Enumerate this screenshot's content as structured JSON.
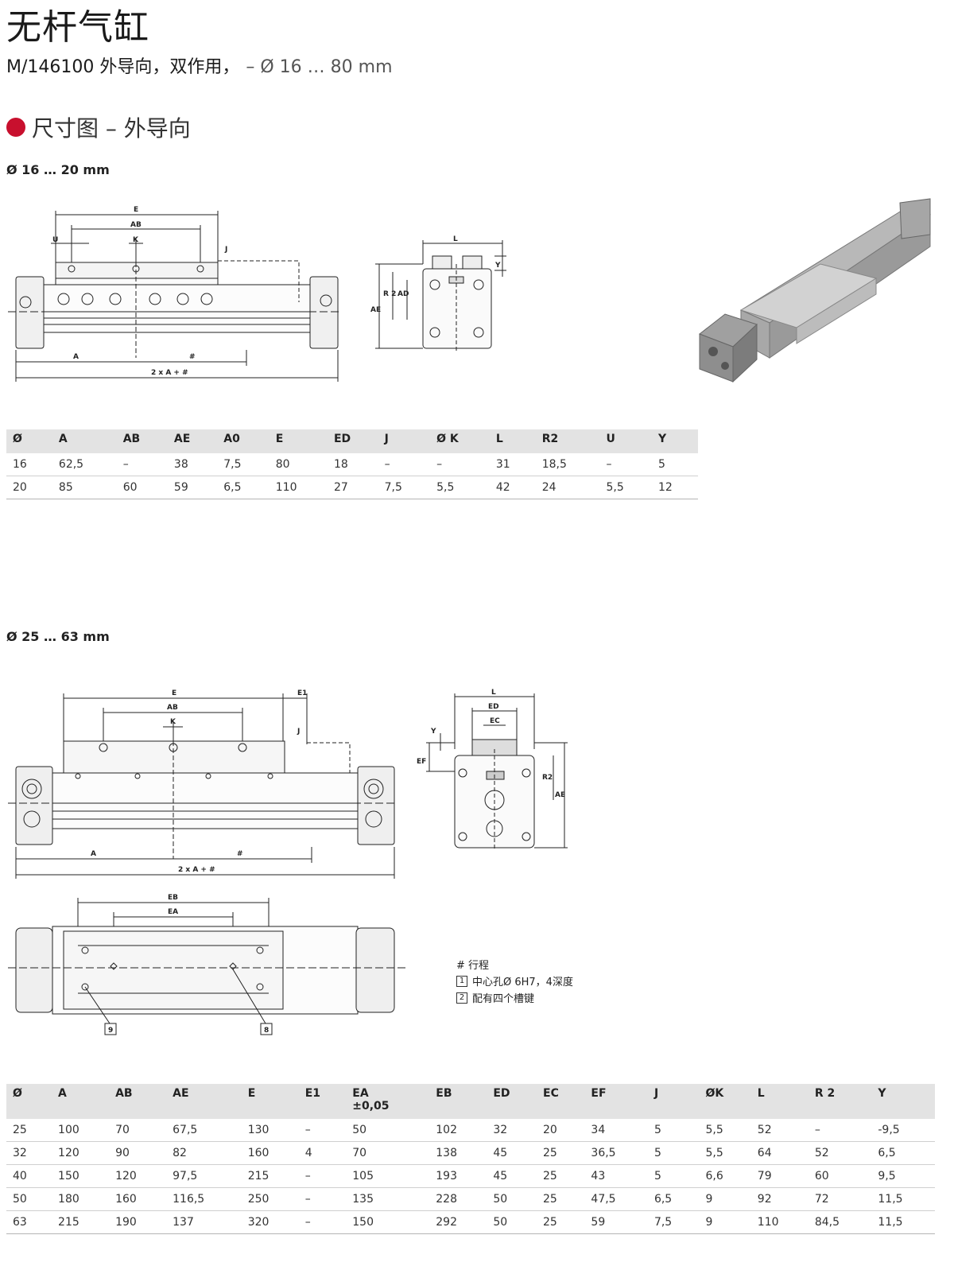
{
  "header": {
    "title": "无杆气缸",
    "subtitle_main": "M/146100 外导向，双作用，",
    "subtitle_range": "– Ø 16 … 80 mm"
  },
  "section": {
    "label": "尺寸图 – 外导向"
  },
  "size_labels": {
    "small": "Ø 16 … 20 mm",
    "large": "Ø 25 … 63 mm"
  },
  "drawing_small": {
    "dims": {
      "E": "E",
      "AB": "AB",
      "U": "U",
      "K": "K",
      "J": "J",
      "L": "L",
      "Y": "Y",
      "AE": "AE",
      "R2": "R 2",
      "AD": "AD",
      "A": "A",
      "stroke": "#",
      "total": "2 x A + #"
    }
  },
  "drawing_large": {
    "dims": {
      "E": "E",
      "E1": "E1",
      "AB": "AB",
      "K": "K",
      "J": "J",
      "L": "L",
      "ED": "ED",
      "EC": "EC",
      "Y": "Y",
      "EF": "EF",
      "R2": "R2",
      "AE": "AE",
      "A": "A",
      "stroke": "#",
      "total": "2 x A + #",
      "EB": "EB",
      "EA": "EA",
      "callout9": "9",
      "callout8": "8"
    }
  },
  "legend": {
    "stroke": "# 行程",
    "item1_num": "1",
    "item1": "中心孔Ø 6H7，4深度",
    "item2_num": "2",
    "item2": "配有四个槽键"
  },
  "table_small": {
    "headers": [
      "Ø",
      "A",
      "AB",
      "AE",
      "A0",
      "E",
      "ED",
      "J",
      "Ø K",
      "L",
      "R2",
      "U",
      "Y"
    ],
    "rows": [
      [
        "16",
        "62,5",
        "–",
        "38",
        "7,5",
        "80",
        "18",
        "–",
        "–",
        "31",
        "18,5",
        "–",
        "5"
      ],
      [
        "20",
        "85",
        "60",
        "59",
        "6,5",
        "110",
        "27",
        "7,5",
        "5,5",
        "42",
        "24",
        "5,5",
        "12"
      ]
    ]
  },
  "table_large": {
    "headers": [
      "Ø",
      "A",
      "AB",
      "AE",
      "E",
      "E1",
      "EA\n±0,05",
      "EB",
      "ED",
      "EC",
      "EF",
      "J",
      "ØK",
      "L",
      "R 2",
      "Y"
    ],
    "rows": [
      [
        "25",
        "100",
        "70",
        "67,5",
        "130",
        "–",
        "50",
        "102",
        "32",
        "20",
        "34",
        "5",
        "5,5",
        "52",
        "–",
        "-9,5"
      ],
      [
        "32",
        "120",
        "90",
        "82",
        "160",
        "4",
        "70",
        "138",
        "45",
        "25",
        "36,5",
        "5",
        "5,5",
        "64",
        "52",
        "6,5"
      ],
      [
        "40",
        "150",
        "120",
        "97,5",
        "215",
        "–",
        "105",
        "193",
        "45",
        "25",
        "43",
        "5",
        "6,6",
        "79",
        "60",
        "9,5"
      ],
      [
        "50",
        "180",
        "160",
        "116,5",
        "250",
        "–",
        "135",
        "228",
        "50",
        "25",
        "47,5",
        "6,5",
        "9",
        "92",
        "72",
        "11,5"
      ],
      [
        "63",
        "215",
        "190",
        "137",
        "320",
        "–",
        "150",
        "292",
        "50",
        "25",
        "59",
        "7,5",
        "9",
        "110",
        "84,5",
        "11,5"
      ]
    ]
  }
}
